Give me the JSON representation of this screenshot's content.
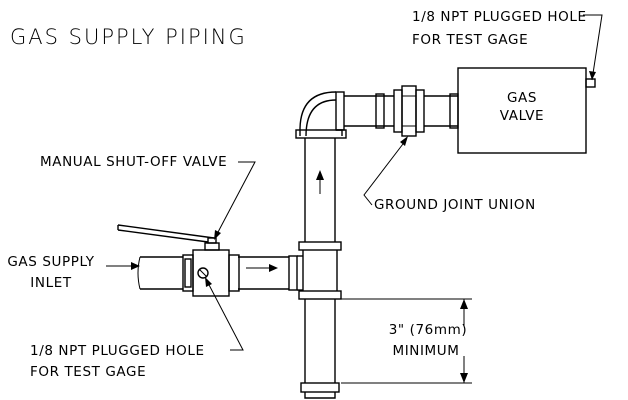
{
  "title": "GAS SUPPLY PIPING",
  "labels": {
    "test_gage_top_line1": "1/8 NPT PLUGGED HOLE",
    "test_gage_top_line2": "FOR TEST GAGE",
    "gas_valve_line1": "GAS",
    "gas_valve_line2": "VALVE",
    "manual_shutoff": "MANUAL SHUT-OFF VALVE",
    "ground_joint_union": "GROUND JOINT UNION",
    "supply_inlet_line1": "GAS SUPPLY",
    "supply_inlet_line2": "INLET",
    "test_gage_bottom_line1": "1/8 NPT PLUGGED HOLE",
    "test_gage_bottom_line2": "FOR TEST GAGE",
    "dimension_line1": "3\" (76mm)",
    "dimension_line2": "MINIMUM"
  }
}
